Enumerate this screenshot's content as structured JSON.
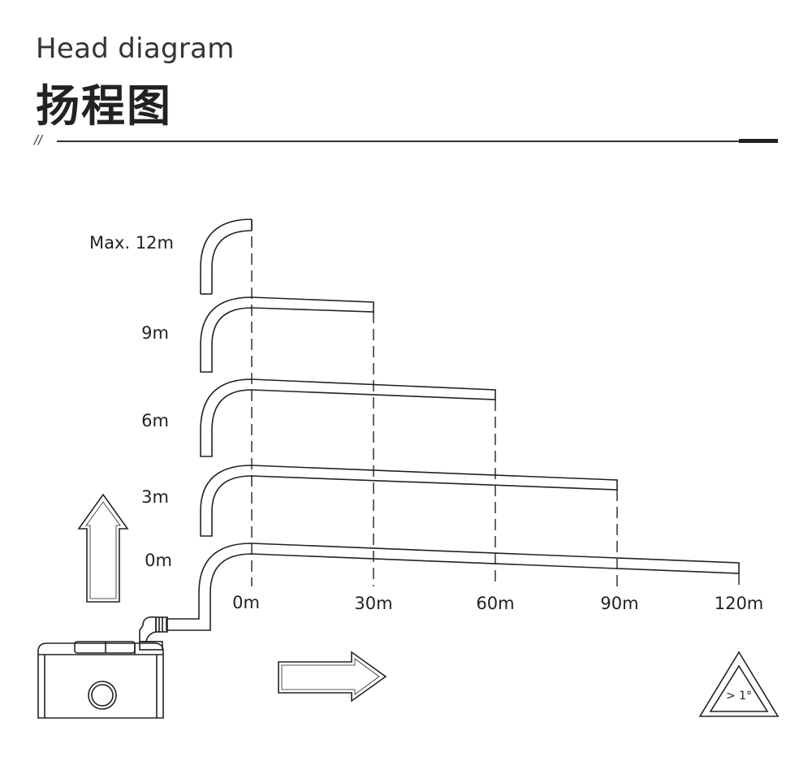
{
  "header": {
    "title_en": "Head diagram",
    "title_cn": "扬程图",
    "separator_mark": "//"
  },
  "diagram": {
    "head_labels": [
      "Max. 12m",
      "9m",
      "6m",
      "3m",
      "0m"
    ],
    "distance_labels": [
      "0m",
      "30m",
      "60m",
      "90m",
      "120m"
    ],
    "slope_warning": "> 1°"
  },
  "colors": {
    "line": "#222222",
    "background": "#ffffff"
  }
}
